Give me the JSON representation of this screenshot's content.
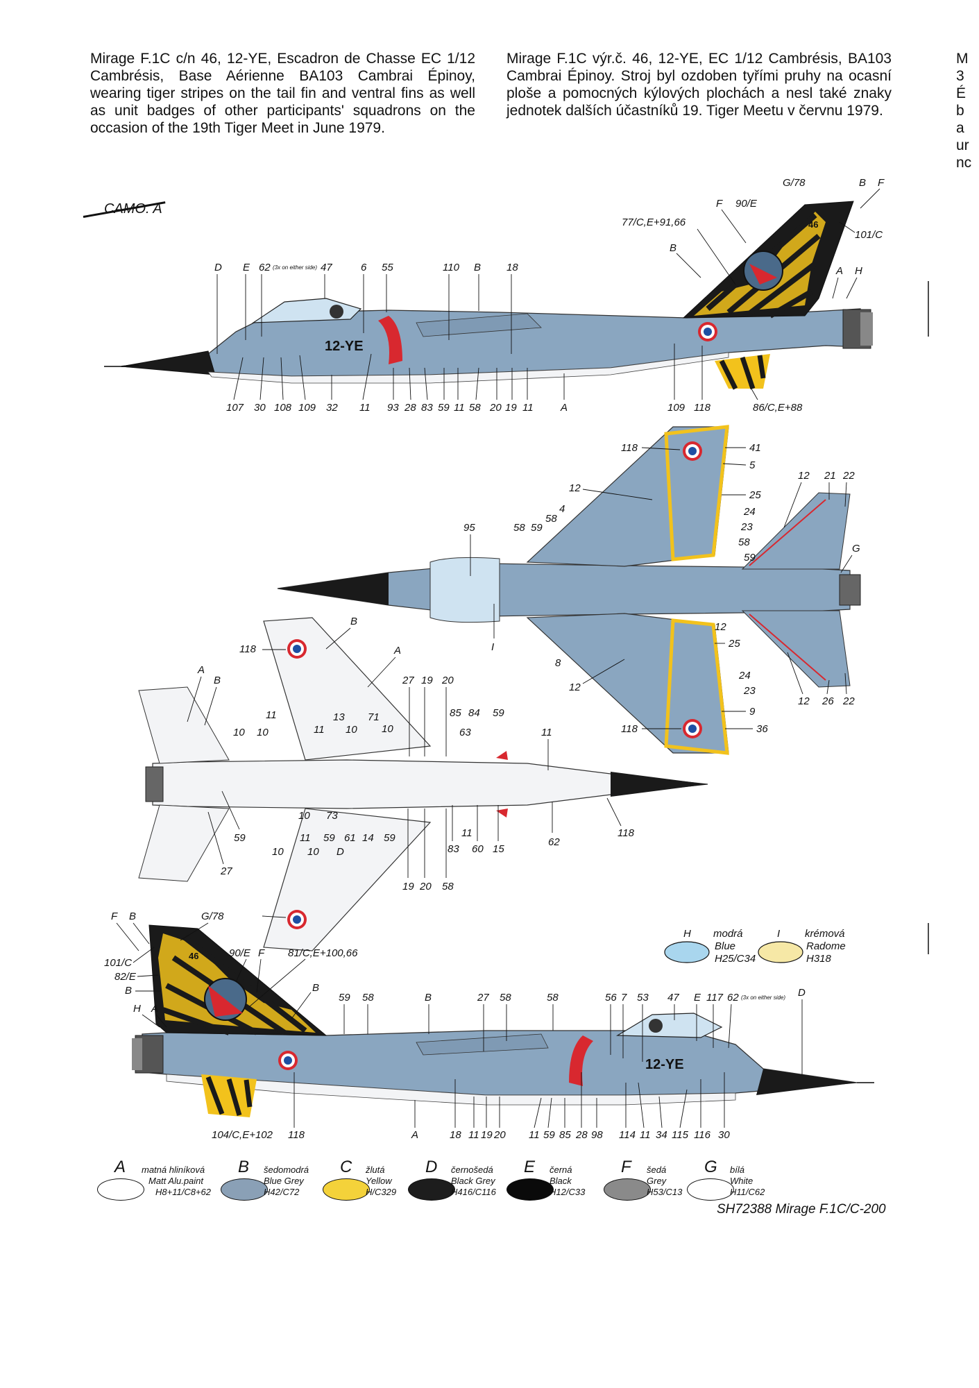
{
  "description_en": "Mirage F.1C c/n 46, 12-YE, Escadron de Chasse EC 1/12 Cambrésis, Base Aérienne BA103 Cambrai Épinoy, wearing tiger stripes on the tail fin and ventral fins as well as unit badges of other participants' squadrons on the occasion of the 19th Tiger Meet in June 1979.",
  "description_cz": "Mirage F.1C výr.č. 46, 12-YE, EC 1/12 Cambrésis, BA103 Cambrai Épinoy. Stroj byl ozdoben tyřími pruhy na ocasní ploše a pomocných kýlových plochách a nesl také znaky jednotek dalších účastníků 19. Tiger Meetu v červnu 1979.",
  "cut_column": [
    "M",
    "3",
    "É",
    "b",
    "a",
    "ur",
    "nc"
  ],
  "camo_label": "CAMO. A",
  "aircraft_code": "12-YE",
  "fin_number": "46",
  "callouts_top_view1": {
    "top": [
      "D",
      "E",
      "62",
      "47",
      "6",
      "55",
      "110",
      "B",
      "18",
      "77/C,E+91,66",
      "F",
      "90/E",
      "G/78",
      "B",
      "F",
      "B",
      "101/C",
      "A",
      "H"
    ],
    "bottom": [
      "107",
      "30",
      "108",
      "109",
      "32",
      "11",
      "93",
      "28",
      "83",
      "59",
      "11",
      "58",
      "20",
      "19",
      "11",
      "A",
      "109",
      "118",
      "86/C,E+88"
    ]
  },
  "note_3x": "(3x on either side)",
  "callouts_view2": [
    "118",
    "41",
    "5",
    "12",
    "25",
    "24",
    "23",
    "58",
    "59",
    "95",
    "58",
    "59",
    "58",
    "4",
    "12",
    "21",
    "22",
    "G",
    "I",
    "12",
    "25",
    "8",
    "12",
    "24",
    "23",
    "9",
    "118",
    "36",
    "12",
    "26",
    "22"
  ],
  "callouts_view3": [
    "B",
    "118",
    "A",
    "A",
    "B",
    "27",
    "19",
    "20",
    "11",
    "10",
    "10",
    "13",
    "11",
    "10",
    "71",
    "85",
    "84",
    "59",
    "63",
    "10",
    "11",
    "10",
    "73",
    "59",
    "11",
    "59",
    "61",
    "14",
    "59",
    "11",
    "10",
    "10",
    "D",
    "27",
    "19",
    "20",
    "58",
    "83",
    "60",
    "15",
    "62",
    "118"
  ],
  "callouts_view4": {
    "top": [
      "F",
      "B",
      "G/78",
      "101/C",
      "90/E",
      "F",
      "82/E",
      "81/C,E+100,66",
      "B",
      "B",
      "H",
      "A",
      "59",
      "58",
      "B",
      "27",
      "58",
      "58",
      "56",
      "7",
      "53",
      "47",
      "E",
      "117",
      "62",
      "D"
    ],
    "bottom": [
      "104/C,E+102",
      "118",
      "A",
      "18",
      "11",
      "19",
      "20",
      "11",
      "59",
      "85",
      "28",
      "98",
      "114",
      "11",
      "34",
      "115",
      "116",
      "30"
    ]
  },
  "extra_colors": [
    {
      "key": "H",
      "cz": "modrá",
      "en": "Blue",
      "code": "H25/C34",
      "color": "#a9d6ee"
    },
    {
      "key": "I",
      "cz": "krémová",
      "en": "Radome",
      "code": "H318",
      "color": "#f6e8a6"
    }
  ],
  "legend": [
    {
      "key": "A",
      "cz": "matná hliníková",
      "en": "Matt Alu.paint",
      "code": "H8+11/C8+62",
      "color": "#ffffff"
    },
    {
      "key": "B",
      "cz": "šedomodrá",
      "en": "Blue Grey",
      "code": "H42/C72",
      "color": "#8aa0b6"
    },
    {
      "key": "C",
      "cz": "žlutá",
      "en": "Yellow",
      "code": "H/C329",
      "color": "#f4d23a"
    },
    {
      "key": "D",
      "cz": "černošedá",
      "en": "Black Grey",
      "code": "H416/C116",
      "color": "#1d1d1d"
    },
    {
      "key": "E",
      "cz": "černá",
      "en": "Black",
      "code": "H12/C33",
      "color": "#0a0a0a"
    },
    {
      "key": "F",
      "cz": "šedá",
      "en": "Grey",
      "code": "H53/C13",
      "color": "#8a8a8a"
    },
    {
      "key": "G",
      "cz": "bílá",
      "en": "White",
      "code": "H11/C62",
      "color": "#ffffff"
    }
  ],
  "footer": "SH72388 Mirage F.1C/C-200",
  "colors": {
    "blue_grey": "#8aa6c0",
    "alu": "#f3f4f6",
    "black": "#111111",
    "yellow": "#f2c21c",
    "roundel_red": "#d8282f",
    "roundel_blue": "#1e4fa3",
    "canopy": "#cfe3f1"
  }
}
